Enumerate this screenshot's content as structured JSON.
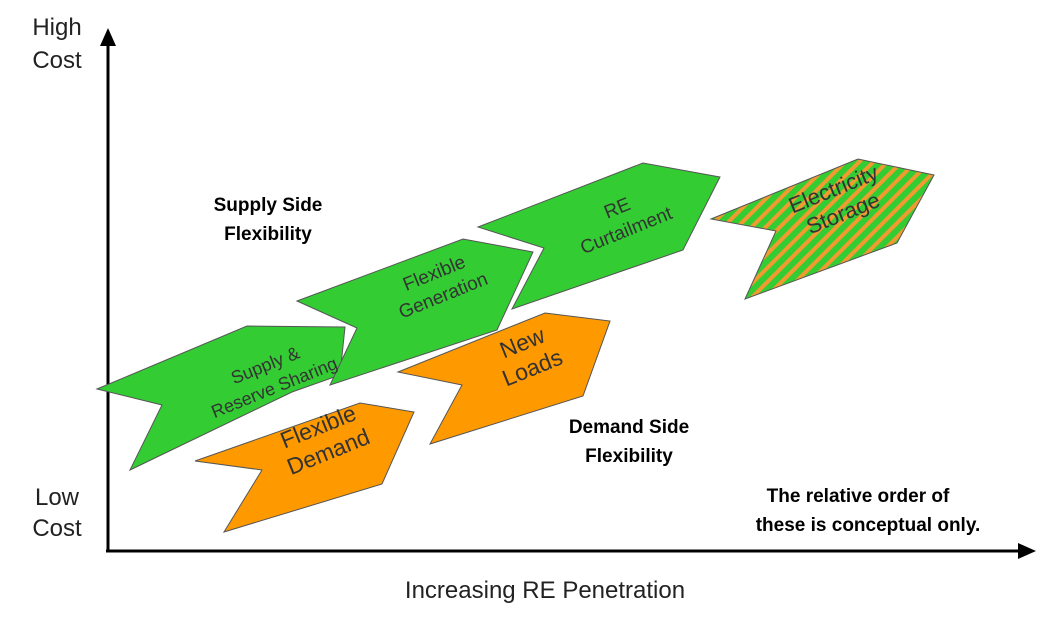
{
  "axes": {
    "y_top_line1": "High",
    "y_top_line2": "Cost",
    "y_bottom_line1": "Low",
    "y_bottom_line2": "Cost",
    "x_label": "Increasing RE Penetration"
  },
  "groups": {
    "supply_line1": "Supply Side",
    "supply_line2": "Flexibility",
    "demand_line1": "Demand Side",
    "demand_line2": "Flexibility"
  },
  "note": {
    "line1": "The relative order of",
    "line2": "these is conceptual only."
  },
  "arrows": {
    "supply_reserve": {
      "line1": "Supply &",
      "line2": "Reserve Sharing"
    },
    "flexible_generation": {
      "line1": "Flexible",
      "line2": "Generation"
    },
    "re_curtailment": {
      "line1": "RE",
      "line2": "Curtailment"
    },
    "electricity_storage": {
      "line1": "Electricity",
      "line2": "Storage"
    },
    "flexible_demand": {
      "line1": "Flexible",
      "line2": "Demand"
    },
    "new_loads": {
      "line1": "New",
      "line2": "Loads"
    }
  },
  "colors": {
    "supply": "#33cc33",
    "demand": "#ff9900",
    "storage_stripe_a": "#33cc33",
    "storage_stripe_b": "#f09a30",
    "outline": "#555555"
  }
}
